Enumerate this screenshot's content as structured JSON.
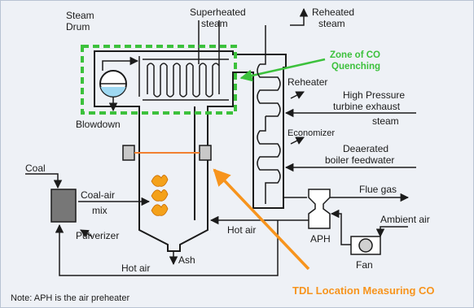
{
  "labels": {
    "steam_drum_1": "Steam",
    "steam_drum_2": "Drum",
    "superheated_1": "Superheated",
    "superheated_2": "steam",
    "reheated_1": "Reheated",
    "reheated_2": "steam",
    "zone_1": "Zone of CO",
    "zone_2": "Quenching",
    "reheater": "Reheater",
    "hp_1": "High Pressure",
    "hp_2": "turbine exhaust",
    "hp_3": "steam",
    "blowdown": "Blowdown",
    "economizer": "Economizer",
    "deaerated_1": "Deaerated",
    "deaerated_2": "boiler feedwater",
    "coal": "Coal",
    "coal_air_1": "Coal-air",
    "coal_air_2": "mix",
    "pulverizer": "Pulverizer",
    "flue_gas": "Flue gas",
    "ambient_air": "Ambient air",
    "hot_air_mid": "Hot air",
    "aph": "APH",
    "fan": "Fan",
    "ash": "Ash",
    "hot_air_bottom": "Hot air",
    "tdl": "TDL Location Measuring CO",
    "note": "Note: APH is the air preheater"
  },
  "colors": {
    "line": "#1b1b1b",
    "zone_green": "#3cc13c",
    "tdl_orange": "#f7941d",
    "water": "#9ed8f2",
    "flame": "#f4a11a",
    "pulverizer_fill": "#777777",
    "background": "#eef1f6"
  }
}
